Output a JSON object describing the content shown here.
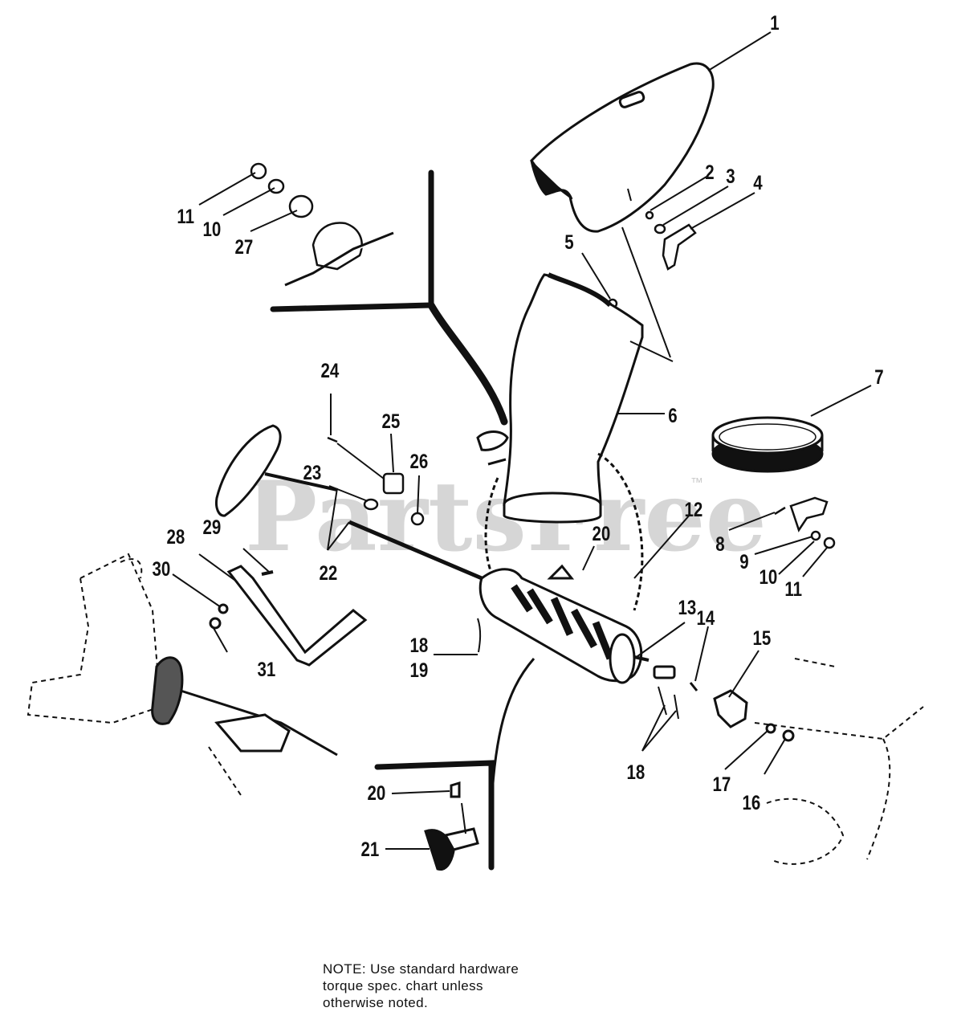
{
  "watermark": {
    "text": "PartsFree",
    "trademark": "™"
  },
  "callouts": [
    "1",
    "2",
    "3",
    "4",
    "5",
    "6",
    "7",
    "8",
    "9",
    "10",
    "11",
    "12",
    "13",
    "14",
    "15",
    "16",
    "17",
    "18",
    "19",
    "20",
    "21",
    "22",
    "23",
    "24",
    "25",
    "26",
    "27",
    "28",
    "29",
    "30",
    "31"
  ],
  "labels": {
    "c1": "1",
    "c2": "2",
    "c3": "3",
    "c4": "4",
    "c5": "5",
    "c6": "6",
    "c7": "7",
    "c8": "8",
    "c9": "9",
    "c10a": "10",
    "c11a": "11",
    "c10b": "10",
    "c11b": "11",
    "c12": "12",
    "c13": "13",
    "c14": "14",
    "c15": "15",
    "c16": "16",
    "c17": "17",
    "c18a": "18",
    "c19": "19",
    "c18b": "18",
    "c20a": "20",
    "c20b": "20",
    "c21": "21",
    "c22": "22",
    "c23": "23",
    "c24": "24",
    "c25": "25",
    "c26": "26",
    "c27": "27",
    "c28": "28",
    "c29": "29",
    "c30": "30",
    "c31": "31"
  },
  "note": {
    "line1": "NOTE:  Use standard hardware",
    "line2": "torque spec. chart unless",
    "line3": "otherwise noted."
  }
}
